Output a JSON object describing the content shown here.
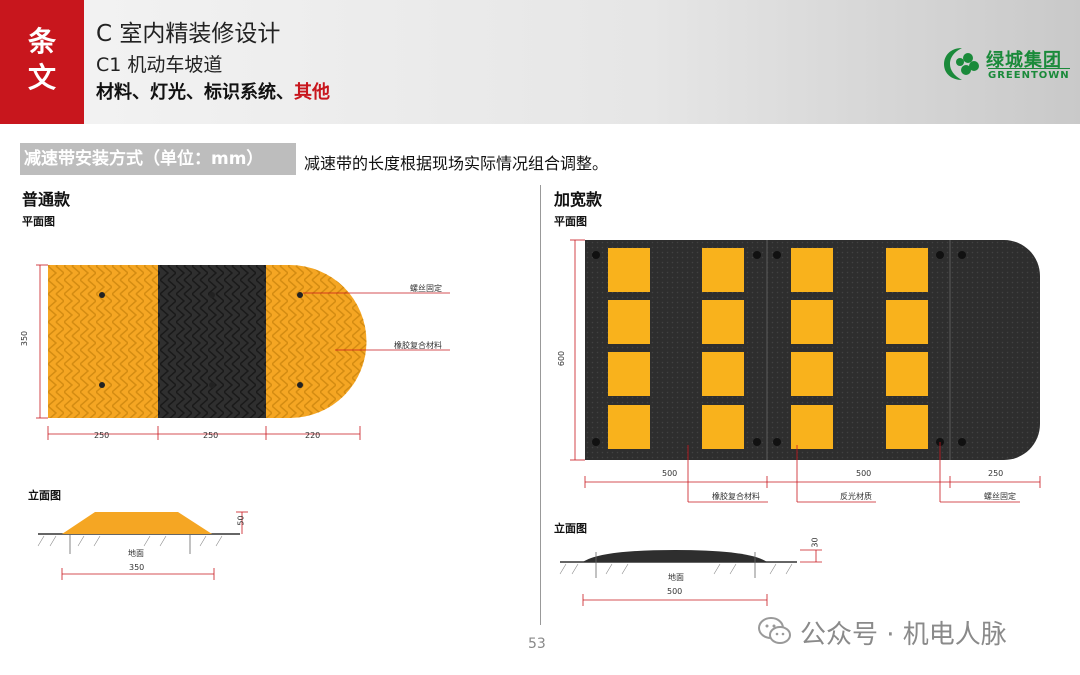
{
  "header": {
    "side_label": "条文",
    "side_label_1": "条",
    "side_label_2": "文",
    "title": "C 室内精装修设计",
    "subtitle": "C1 机动车坡道",
    "topics_prefix": "材料、灯光、标识系统、",
    "topics_highlight": "其他",
    "logo_cn": "绿城集团",
    "logo_en": "GREENTOWN"
  },
  "section": {
    "label": "减速带安装方式（单位：mm）",
    "note": "减速带的长度根据现场实际情况组合调整。"
  },
  "left": {
    "heading": "普通款",
    "plan_label": "平面图",
    "elev_label": "立面图",
    "dim_350": "350",
    "dim_250a": "250",
    "dim_250b": "250",
    "dim_220": "220",
    "callout_screw": "螺丝固定",
    "callout_rubber": "橡胶复合材料",
    "elev_height": "50",
    "elev_ground": "地面",
    "elev_width": "350"
  },
  "right": {
    "heading": "加宽款",
    "plan_label": "平面图",
    "elev_label": "立面图",
    "dim_600": "600",
    "dim_500a": "500",
    "dim_500b": "500",
    "dim_250": "250",
    "callout_rubber": "橡胶复合材料",
    "callout_reflect": "反光材质",
    "callout_screw": "螺丝固定",
    "elev_height": "30",
    "elev_ground": "地面",
    "elev_width": "500"
  },
  "footer": {
    "page_number": "53",
    "watermark": "公众号 · 机电人脉"
  },
  "colors": {
    "brand_red": "#c8161d",
    "brand_green": "#1a8a3a",
    "bump_yellow": "#f5a623",
    "bump_black": "#2b2b2b"
  }
}
